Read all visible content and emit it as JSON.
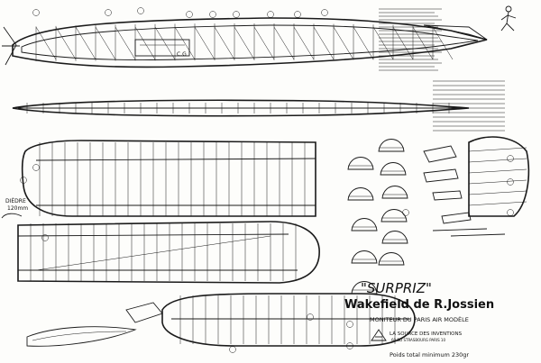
{
  "title": {
    "name": "\"SURPRIZ\"",
    "subtitle": "Wakefield de R.Jossien",
    "caption": "MONITEUR DU PARIS AIR MODÈLE",
    "publisher_line1": "LA SOURCE DES INVENTIONS",
    "publisher_line2": "60 BD STRASBOURG PARIS 10",
    "weight": "Poids total minimum 230gr"
  },
  "labels": {
    "diedre": "DIÈDRE",
    "diedre_value": "120mm",
    "c_g": "C.G"
  },
  "colors": {
    "ink": "#1a1a1a",
    "paper": "#fdfdfb"
  }
}
